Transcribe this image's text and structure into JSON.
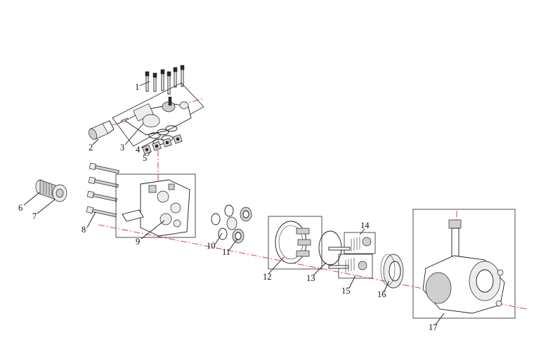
{
  "diagram": {
    "callouts": [
      {
        "id": "1",
        "text": "1"
      },
      {
        "id": "2",
        "text": "2"
      },
      {
        "id": "3",
        "text": "3"
      },
      {
        "id": "4",
        "text": "4"
      },
      {
        "id": "5",
        "text": "5"
      },
      {
        "id": "6",
        "text": "6"
      },
      {
        "id": "7",
        "text": "7"
      },
      {
        "id": "8",
        "text": "8"
      },
      {
        "id": "9",
        "text": "9"
      },
      {
        "id": "10",
        "text": "10"
      },
      {
        "id": "11",
        "text": "11"
      },
      {
        "id": "12",
        "text": "12"
      },
      {
        "id": "13",
        "text": "13"
      },
      {
        "id": "14",
        "text": "14"
      },
      {
        "id": "15",
        "text": "15"
      },
      {
        "id": "16",
        "text": "16"
      },
      {
        "id": "17",
        "text": "17"
      }
    ],
    "colors": {
      "line": "#1a1a1a",
      "axis": "#d0103a",
      "background": "#ffffff"
    }
  }
}
